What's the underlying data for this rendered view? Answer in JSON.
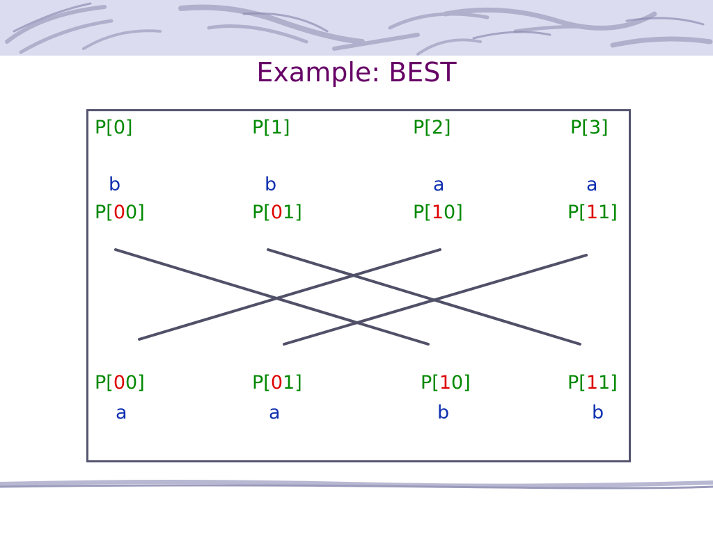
{
  "slide": {
    "title": "Example: BEST"
  },
  "top_labels": [
    "P[0]",
    "P[1]",
    "P[2]",
    "P[3]"
  ],
  "top_chars": [
    "b",
    "b",
    "a",
    "a"
  ],
  "middle_labels": [
    {
      "pre": "P[",
      "bit": "0",
      "post": "0]"
    },
    {
      "pre": "P[",
      "bit": "0",
      "post": "1]"
    },
    {
      "pre": "P[",
      "bit": "1",
      "post": "0]"
    },
    {
      "pre": "P[",
      "bit": "1",
      "post": "1]"
    }
  ],
  "bottom_labels": [
    {
      "pre": "P[",
      "bit": "0",
      "post": "0]"
    },
    {
      "pre": "P[",
      "bit": "0",
      "post": "1]"
    },
    {
      "pre": "P[",
      "bit": "1",
      "post": "0]"
    },
    {
      "pre": "P[",
      "bit": "1",
      "post": "1]"
    }
  ],
  "bottom_chars": [
    "a",
    "a",
    "b",
    "b"
  ],
  "colors": {
    "title": "#660066",
    "label": "#008800",
    "char": "#1030b0",
    "bit": "#dd0000",
    "frame": "#555570",
    "banner": "#dcdcf0"
  }
}
